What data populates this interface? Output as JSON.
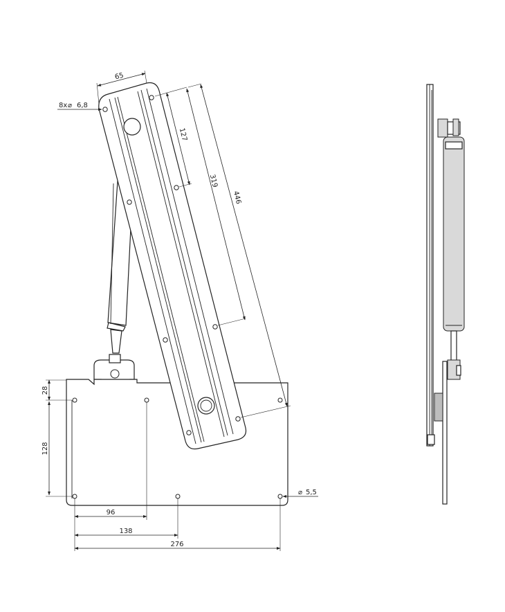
{
  "dimensions": {
    "rail_width": "65",
    "holes_callout": "8x",
    "holes_diameter": "6,8",
    "rail_hole_spacing_1": "127",
    "rail_hole_spacing_2": "319",
    "rail_length": "446",
    "plate_top_offset": "28",
    "plate_hole_vertical": "128",
    "plate_hole_dx_1": "96",
    "plate_hole_dx_2": "138",
    "plate_hole_dx_total": "276",
    "plate_hole_diameter": "5,5"
  },
  "symbols": {
    "diameter": "⌀"
  },
  "icons": [
    "diameter-symbol-icon"
  ]
}
